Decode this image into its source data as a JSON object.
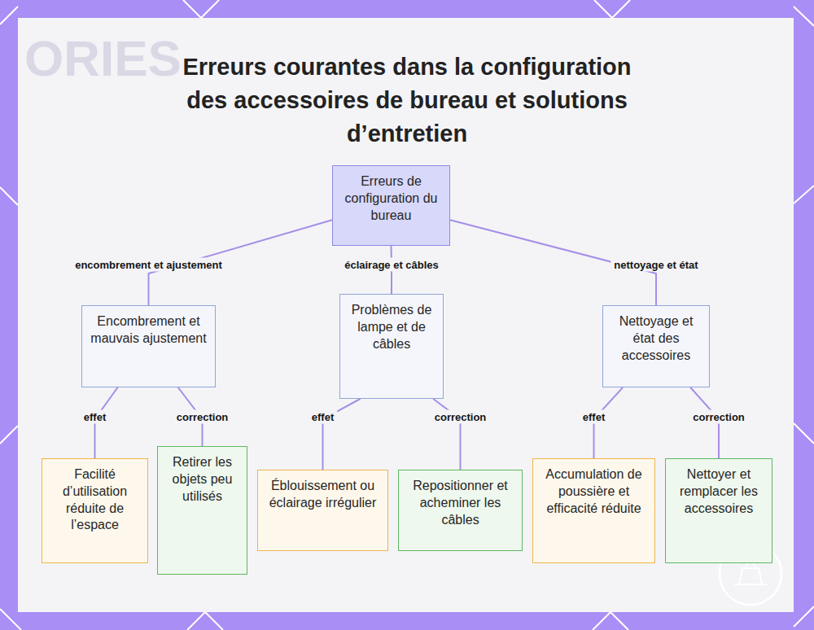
{
  "diagram": {
    "title": "Erreurs courantes dans la configuration des accessoires de bureau et solutions d’entretien",
    "nodes": [
      {
        "text": [
          "Erreurs de configuration du bureau"
        ]
      },
      {
        "text": [
          "Encombrement et mauvais ajustement"
        ]
      },
      {
        "text": [
          "Problèmes de lampe et de câbles"
        ]
      },
      {
        "text": [
          "Nettoyage et état des accessoires"
        ]
      },
      {
        "text": [
          "Facilité d’utilisation réduite de l’espace"
        ]
      },
      {
        "text": [
          "Retirer les objets peu utilisés"
        ]
      },
      {
        "text": [
          "Éblouissement ou éclairage irrégulier"
        ]
      },
      {
        "text": [
          "Repositionner et acheminer les câbles"
        ]
      },
      {
        "text": [
          "Accumulation de poussière et efficacité réduite"
        ]
      },
      {
        "text": [
          "Nettoyer et remplacer les accessoires"
        ]
      }
    ],
    "edges": [
      {
        "from": 0,
        "to": 1,
        "label": "encombrement et ajustement",
        "arrow": "none"
      },
      {
        "from": 0,
        "to": 2,
        "label": "éclairage et câbles",
        "arrow": "none"
      },
      {
        "from": 0,
        "to": 3,
        "label": "nettoyage et état",
        "arrow": "none"
      },
      {
        "from": 1,
        "to": 4,
        "label": "effet",
        "arrow": "none"
      },
      {
        "from": 1,
        "to": 5,
        "label": "correction",
        "arrow": "none"
      },
      {
        "from": 2,
        "to": 6,
        "label": "effet",
        "arrow": "none"
      },
      {
        "from": 2,
        "to": 7,
        "label": "correction",
        "arrow": "none"
      },
      {
        "from": 3,
        "to": 8,
        "label": "effet",
        "arrow": "none"
      },
      {
        "from": 3,
        "to": 9,
        "label": "correction",
        "arrow": "none"
      }
    ],
    "labels": [
      "ORIES"
    ]
  }
}
